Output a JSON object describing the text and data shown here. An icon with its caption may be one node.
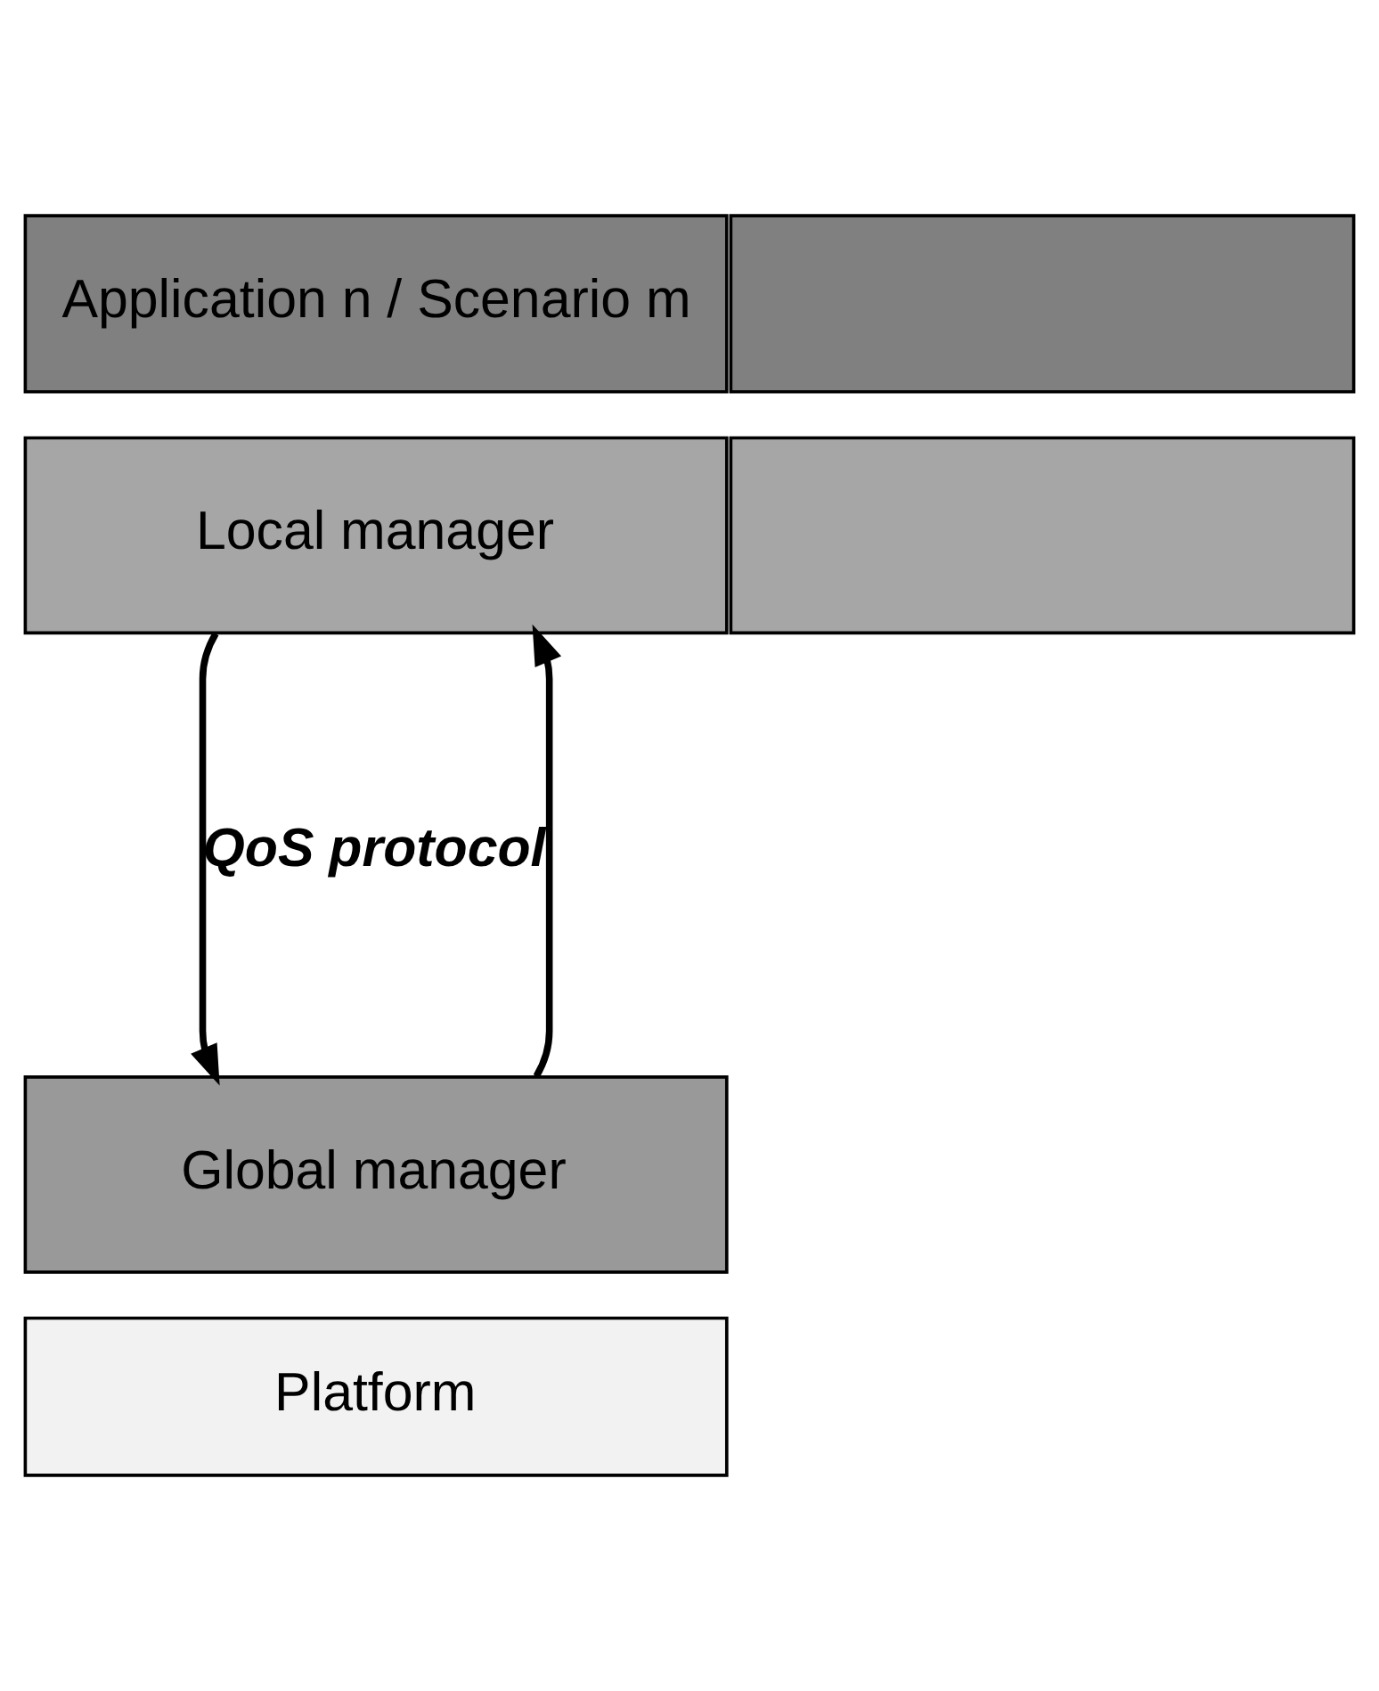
{
  "diagram": {
    "nodes": [
      {
        "text": [],
        "shape": "box"
      },
      {
        "text": [],
        "shape": "box"
      },
      {
        "text": [
          "Application n / Scenario m"
        ]
      },
      {
        "text": [
          "Local manager"
        ]
      },
      {
        "text": [
          "Global manager"
        ]
      },
      {
        "text": [
          "Platform"
        ]
      }
    ],
    "edges": [
      {
        "from": 3,
        "to": 4,
        "arrow": "to",
        "label": "QoS protocol"
      },
      {
        "from": 4,
        "to": 3,
        "arrow": "to"
      }
    ]
  }
}
